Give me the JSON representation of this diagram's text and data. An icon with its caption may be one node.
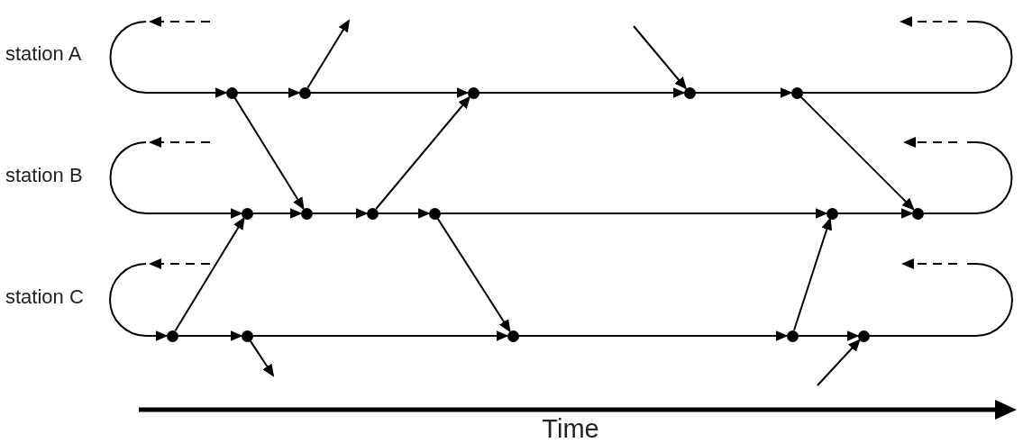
{
  "diagram": {
    "nodes": [
      {
        "text": [],
        "shape": "circle"
      },
      {
        "text": [],
        "shape": "circle"
      },
      {
        "text": [],
        "shape": "circle"
      },
      {
        "text": [],
        "shape": "circle"
      },
      {
        "text": [],
        "shape": "circle"
      },
      {
        "text": [],
        "shape": "circle"
      },
      {
        "text": [],
        "shape": "circle"
      },
      {
        "text": [],
        "shape": "circle"
      },
      {
        "text": [],
        "shape": "circle"
      },
      {
        "text": [],
        "shape": "circle"
      },
      {
        "text": [],
        "shape": "circle"
      },
      {
        "text": [],
        "shape": "circle"
      },
      {
        "text": [],
        "shape": "circle"
      },
      {
        "text": [],
        "shape": "circle"
      },
      {
        "text": [],
        "shape": "circle"
      },
      {
        "text": [],
        "shape": "circle"
      }
    ],
    "edges": [
      {
        "from": null,
        "to": 0,
        "arrow": "to"
      },
      {
        "from": 0,
        "to": 1,
        "arrow": "to"
      },
      {
        "from": 1,
        "to": 2,
        "arrow": "to"
      },
      {
        "from": 2,
        "to": 3,
        "arrow": "to"
      },
      {
        "from": 3,
        "to": 4,
        "arrow": "to"
      },
      {
        "from": 4,
        "to": null,
        "arrow": "none"
      },
      {
        "from": null,
        "to": 5,
        "arrow": "to"
      },
      {
        "from": 5,
        "to": 6,
        "arrow": "to"
      },
      {
        "from": 6,
        "to": 7,
        "arrow": "to"
      },
      {
        "from": 7,
        "to": 8,
        "arrow": "to"
      },
      {
        "from": 8,
        "to": 9,
        "arrow": "to"
      },
      {
        "from": 9,
        "to": 10,
        "arrow": "to"
      },
      {
        "from": 10,
        "to": null,
        "arrow": "none"
      },
      {
        "from": null,
        "to": 11,
        "arrow": "to"
      },
      {
        "from": 11,
        "to": 12,
        "arrow": "to"
      },
      {
        "from": 12,
        "to": 13,
        "arrow": "to"
      },
      {
        "from": 13,
        "to": 14,
        "arrow": "to"
      },
      {
        "from": 14,
        "to": 15,
        "arrow": "to"
      },
      {
        "from": 15,
        "to": null,
        "arrow": "none"
      },
      {
        "from": 0,
        "to": 6,
        "arrow": "to"
      },
      {
        "from": 1,
        "to": null,
        "arrow": "to"
      },
      {
        "from": 7,
        "to": 2,
        "arrow": "to"
      },
      {
        "from": null,
        "to": 3,
        "arrow": "to"
      },
      {
        "from": 4,
        "to": 10,
        "arrow": "to"
      },
      {
        "from": 11,
        "to": 5,
        "arrow": "to"
      },
      {
        "from": 8,
        "to": 13,
        "arrow": "to"
      },
      {
        "from": 12,
        "to": null,
        "arrow": "to"
      },
      {
        "from": 14,
        "to": 9,
        "arrow": "to"
      },
      {
        "from": null,
        "to": 15,
        "arrow": "to"
      }
    ],
    "labels": [
      "station A",
      "station B",
      "station C",
      "Time"
    ]
  }
}
